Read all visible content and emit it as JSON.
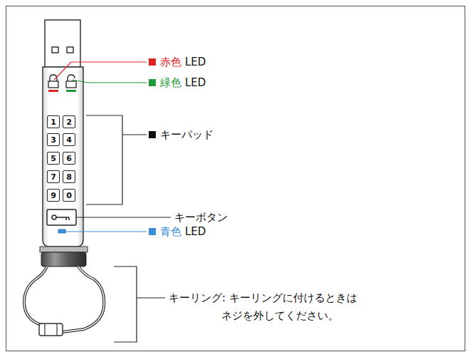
{
  "diagram": {
    "nodes": [
      {
        "text": [
          "1"
        ]
      },
      {
        "text": [
          "2"
        ]
      },
      {
        "text": [
          "3"
        ]
      },
      {
        "text": [
          "4"
        ]
      },
      {
        "text": [
          "5"
        ]
      },
      {
        "text": [
          "6"
        ]
      },
      {
        "text": [
          "7"
        ]
      },
      {
        "text": [
          "8"
        ]
      },
      {
        "text": [
          "9"
        ]
      },
      {
        "text": [
          "0"
        ]
      }
    ],
    "labels": [
      "赤色",
      "LED",
      "緑色",
      "LED",
      "キーパッド",
      "キーボタン",
      "青色",
      "LED",
      "キーリング: キーリングに付けるときは",
      "ネジを外してください。"
    ]
  }
}
